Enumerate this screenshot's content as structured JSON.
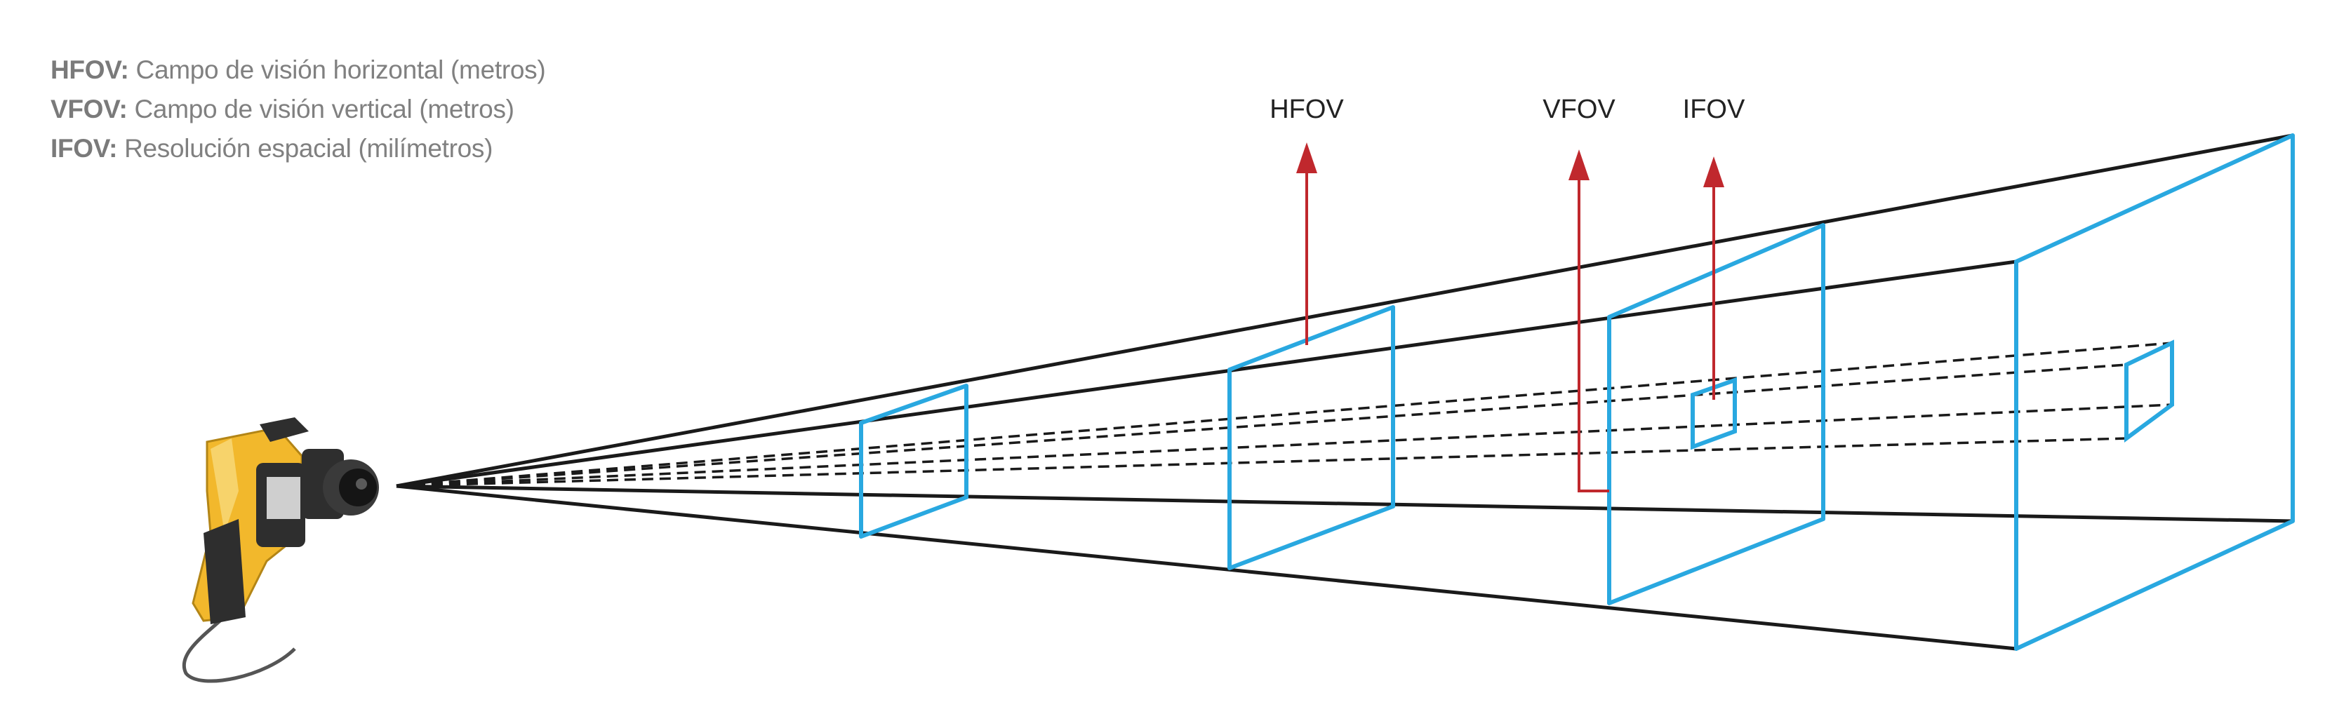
{
  "legend": {
    "hfov": {
      "key": "HFOV:",
      "text": "Campo de visión horizontal (metros)"
    },
    "vfov": {
      "key": "VFOV:",
      "text": "Campo de visión vertical (metros)"
    },
    "ifov": {
      "key": "IFOV:",
      "text": "Resolución espacial (milímetros)"
    }
  },
  "labels": {
    "hfov": "HFOV",
    "vfov": "VFOV",
    "ifov": "IFOV"
  },
  "colors": {
    "frame": "#29a8e0",
    "arrow": "#c0282d",
    "line": "#1a1a1a",
    "camera_body": "#f2b82c",
    "camera_dark": "#2e2e2e"
  }
}
